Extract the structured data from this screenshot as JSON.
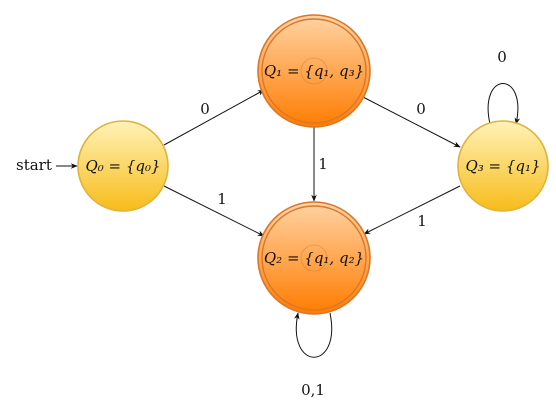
{
  "automaton": {
    "start_label": "start",
    "states": [
      {
        "id": "q0",
        "label": "Q₀ = {q₀}",
        "accepting": false,
        "start": true,
        "color_top": "#fff2b8",
        "color_bottom": "#f7bc1a",
        "stroke": "#e0b33c"
      },
      {
        "id": "q1",
        "label": "Q₁ = {q₁, q₃}",
        "accepting": true,
        "start": false,
        "color_top": "#ffd3a4",
        "color_bottom": "#ff7c00",
        "stroke": "#d9772a"
      },
      {
        "id": "q2",
        "label": "Q₂ = {q₁, q₂}",
        "accepting": true,
        "start": false,
        "color_top": "#ffd3a4",
        "color_bottom": "#ff7c00",
        "stroke": "#d9772a"
      },
      {
        "id": "q3",
        "label": "Q₃ = {q₁}",
        "accepting": false,
        "start": false,
        "color_top": "#fff2b8",
        "color_bottom": "#f7bc1a",
        "stroke": "#e0b33c"
      }
    ],
    "transitions": [
      {
        "id": "t-q0-q1",
        "from": "q0",
        "to": "q1",
        "label": "0"
      },
      {
        "id": "t-q0-q2",
        "from": "q0",
        "to": "q2",
        "label": "1"
      },
      {
        "id": "t-q1-q2",
        "from": "q1",
        "to": "q2",
        "label": "1"
      },
      {
        "id": "t-q1-q3",
        "from": "q1",
        "to": "q3",
        "label": "0"
      },
      {
        "id": "t-q3-q2",
        "from": "q3",
        "to": "q2",
        "label": "1"
      },
      {
        "id": "t-q3-q3",
        "from": "q3",
        "to": "q3",
        "label": "0"
      },
      {
        "id": "t-q2-q2",
        "from": "q2",
        "to": "q2",
        "label": "0,1"
      }
    ]
  }
}
